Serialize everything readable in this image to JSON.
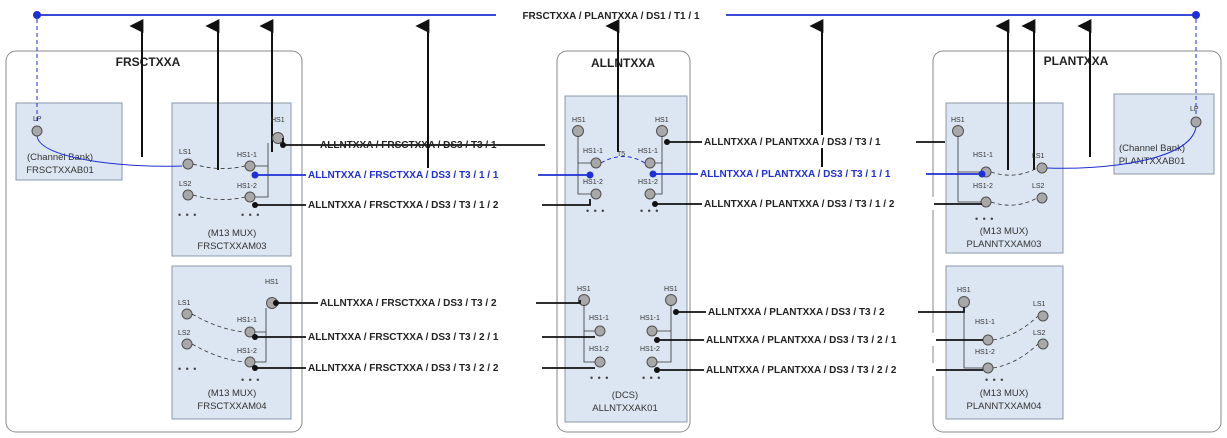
{
  "colors": {
    "highlight": "#1f2fd6",
    "equipment_fill": "#dce6f2",
    "port_fill": "#a8a8a8"
  },
  "top_circuit": "FRSCTXXA / PLANTXXA / DS1 / T1 / 1",
  "sites": {
    "left": "FRSCTXXA",
    "center": "ALLNTXXA",
    "right": "PLANTXXA"
  },
  "equipment": {
    "left_channel_bank": {
      "type": "(Channel Bank)",
      "name": "FRSCTXXAB01",
      "port": "LP"
    },
    "left_mux_top": {
      "type": "(M13 MUX)",
      "name": "FRSCTXXAM03"
    },
    "left_mux_bottom": {
      "type": "(M13 MUX)",
      "name": "FRSCTXXAM04"
    },
    "center_dcs": {
      "type": "(DCS)",
      "name": "ALLNTXXAK01"
    },
    "right_mux_top": {
      "type": "(M13 MUX)",
      "name": "PLANNTXXAM03"
    },
    "right_mux_bottom": {
      "type": "(M13 MUX)",
      "name": "PLANNTXXAM04"
    },
    "right_channel_bank": {
      "type": "(Channel Bank)",
      "name": "PLANTXXAB01",
      "port": "LP"
    }
  },
  "port_labels": {
    "hs1": "HS1",
    "hs1_1": "HS1-1",
    "hs1_2": "HS1-2",
    "ls1": "LS1",
    "ls2": "LS2",
    "ellipsis": "• • •",
    "cross_connect": "T5"
  },
  "circuits": {
    "left_top_1": "ALLNTXXA / FRSCTXXA / DS3 / T3 / 1",
    "left_top_2": "ALLNTXXA / FRSCTXXA / DS3 / T3 / 1 / 1",
    "left_top_3": "ALLNTXXA / FRSCTXXA / DS3 / T3 / 1 / 2",
    "left_bottom_1": "ALLNTXXA / FRSCTXXA / DS3 / T3 / 2",
    "left_bottom_2": "ALLNTXXA / FRSCTXXA / DS3 / T3 / 2 / 1",
    "left_bottom_3": "ALLNTXXA / FRSCTXXA / DS3 / T3 / 2 / 2",
    "right_top_1": "ALLNTXXA / PLANTXXA / DS3 / T3 / 1",
    "right_top_2": "ALLNTXXA / PLANTXXA / DS3 / T3 / 1 / 1",
    "right_top_3": "ALLNTXXA / PLANTXXA / DS3 / T3 / 1 / 2",
    "right_bottom_1": "ALLNTXXA / PLANTXXA / DS3 / T3 / 2",
    "right_bottom_2": "ALLNTXXA / PLANTXXA / DS3 / T3 / 2 / 1",
    "right_bottom_3": "ALLNTXXA / PLANTXXA / DS3 / T3 / 2 / 2"
  }
}
